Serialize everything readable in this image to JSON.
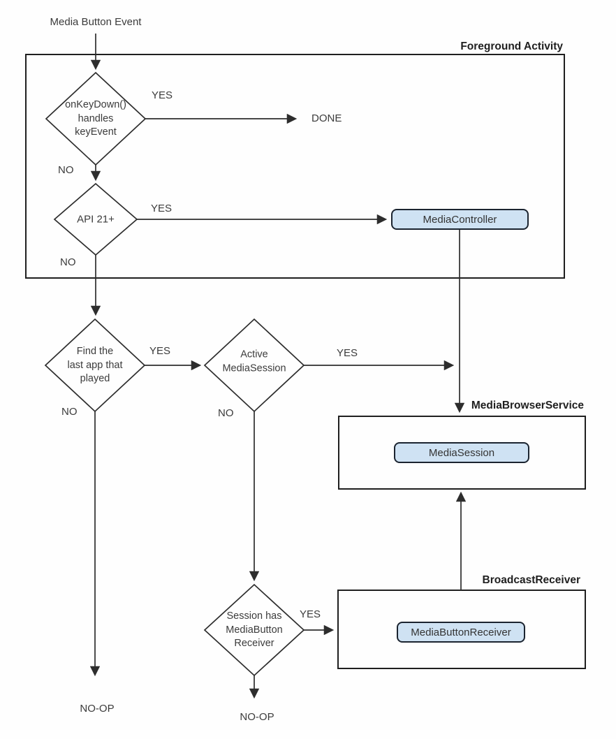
{
  "diagram": {
    "start_label": "Media Button Event",
    "containers": {
      "foreground_activity": {
        "label": "Foreground Activity"
      },
      "media_browser_service": {
        "label": "MediaBrowserService"
      },
      "broadcast_receiver": {
        "label": "BroadcastReceiver"
      }
    },
    "decisions": {
      "onkeydown": {
        "line1": "onKeyDown()",
        "line2": "handles",
        "line3": "keyEvent"
      },
      "api21": {
        "line1": "API 21+"
      },
      "find_last_app": {
        "line1": "Find the",
        "line2": "last app that",
        "line3": "played"
      },
      "active_media_session": {
        "line1": "Active",
        "line2": "MediaSession"
      },
      "session_has_receiver": {
        "line1": "Session has",
        "line2": "MediaButton",
        "line3": "Receiver"
      }
    },
    "processes": {
      "media_controller": {
        "label": "MediaController"
      },
      "media_session": {
        "label": "MediaSession"
      },
      "media_button_receiver": {
        "label": "MediaButtonReceiver"
      }
    },
    "edge_labels": {
      "onkeydown_yes": "YES",
      "onkeydown_no": "NO",
      "done": "DONE",
      "api21_yes": "YES",
      "api21_no": "NO",
      "find_last_app_yes": "YES",
      "find_last_app_no": "NO",
      "active_session_yes": "YES",
      "active_session_no": "NO",
      "session_receiver_yes": "YES",
      "noop_left": "NO-OP",
      "noop_center": "NO-OP"
    },
    "colors": {
      "node_fill": "#cfe2f3",
      "node_border": "#1b2430",
      "line": "#2d2d2d",
      "text": "#3b3b3b"
    }
  }
}
